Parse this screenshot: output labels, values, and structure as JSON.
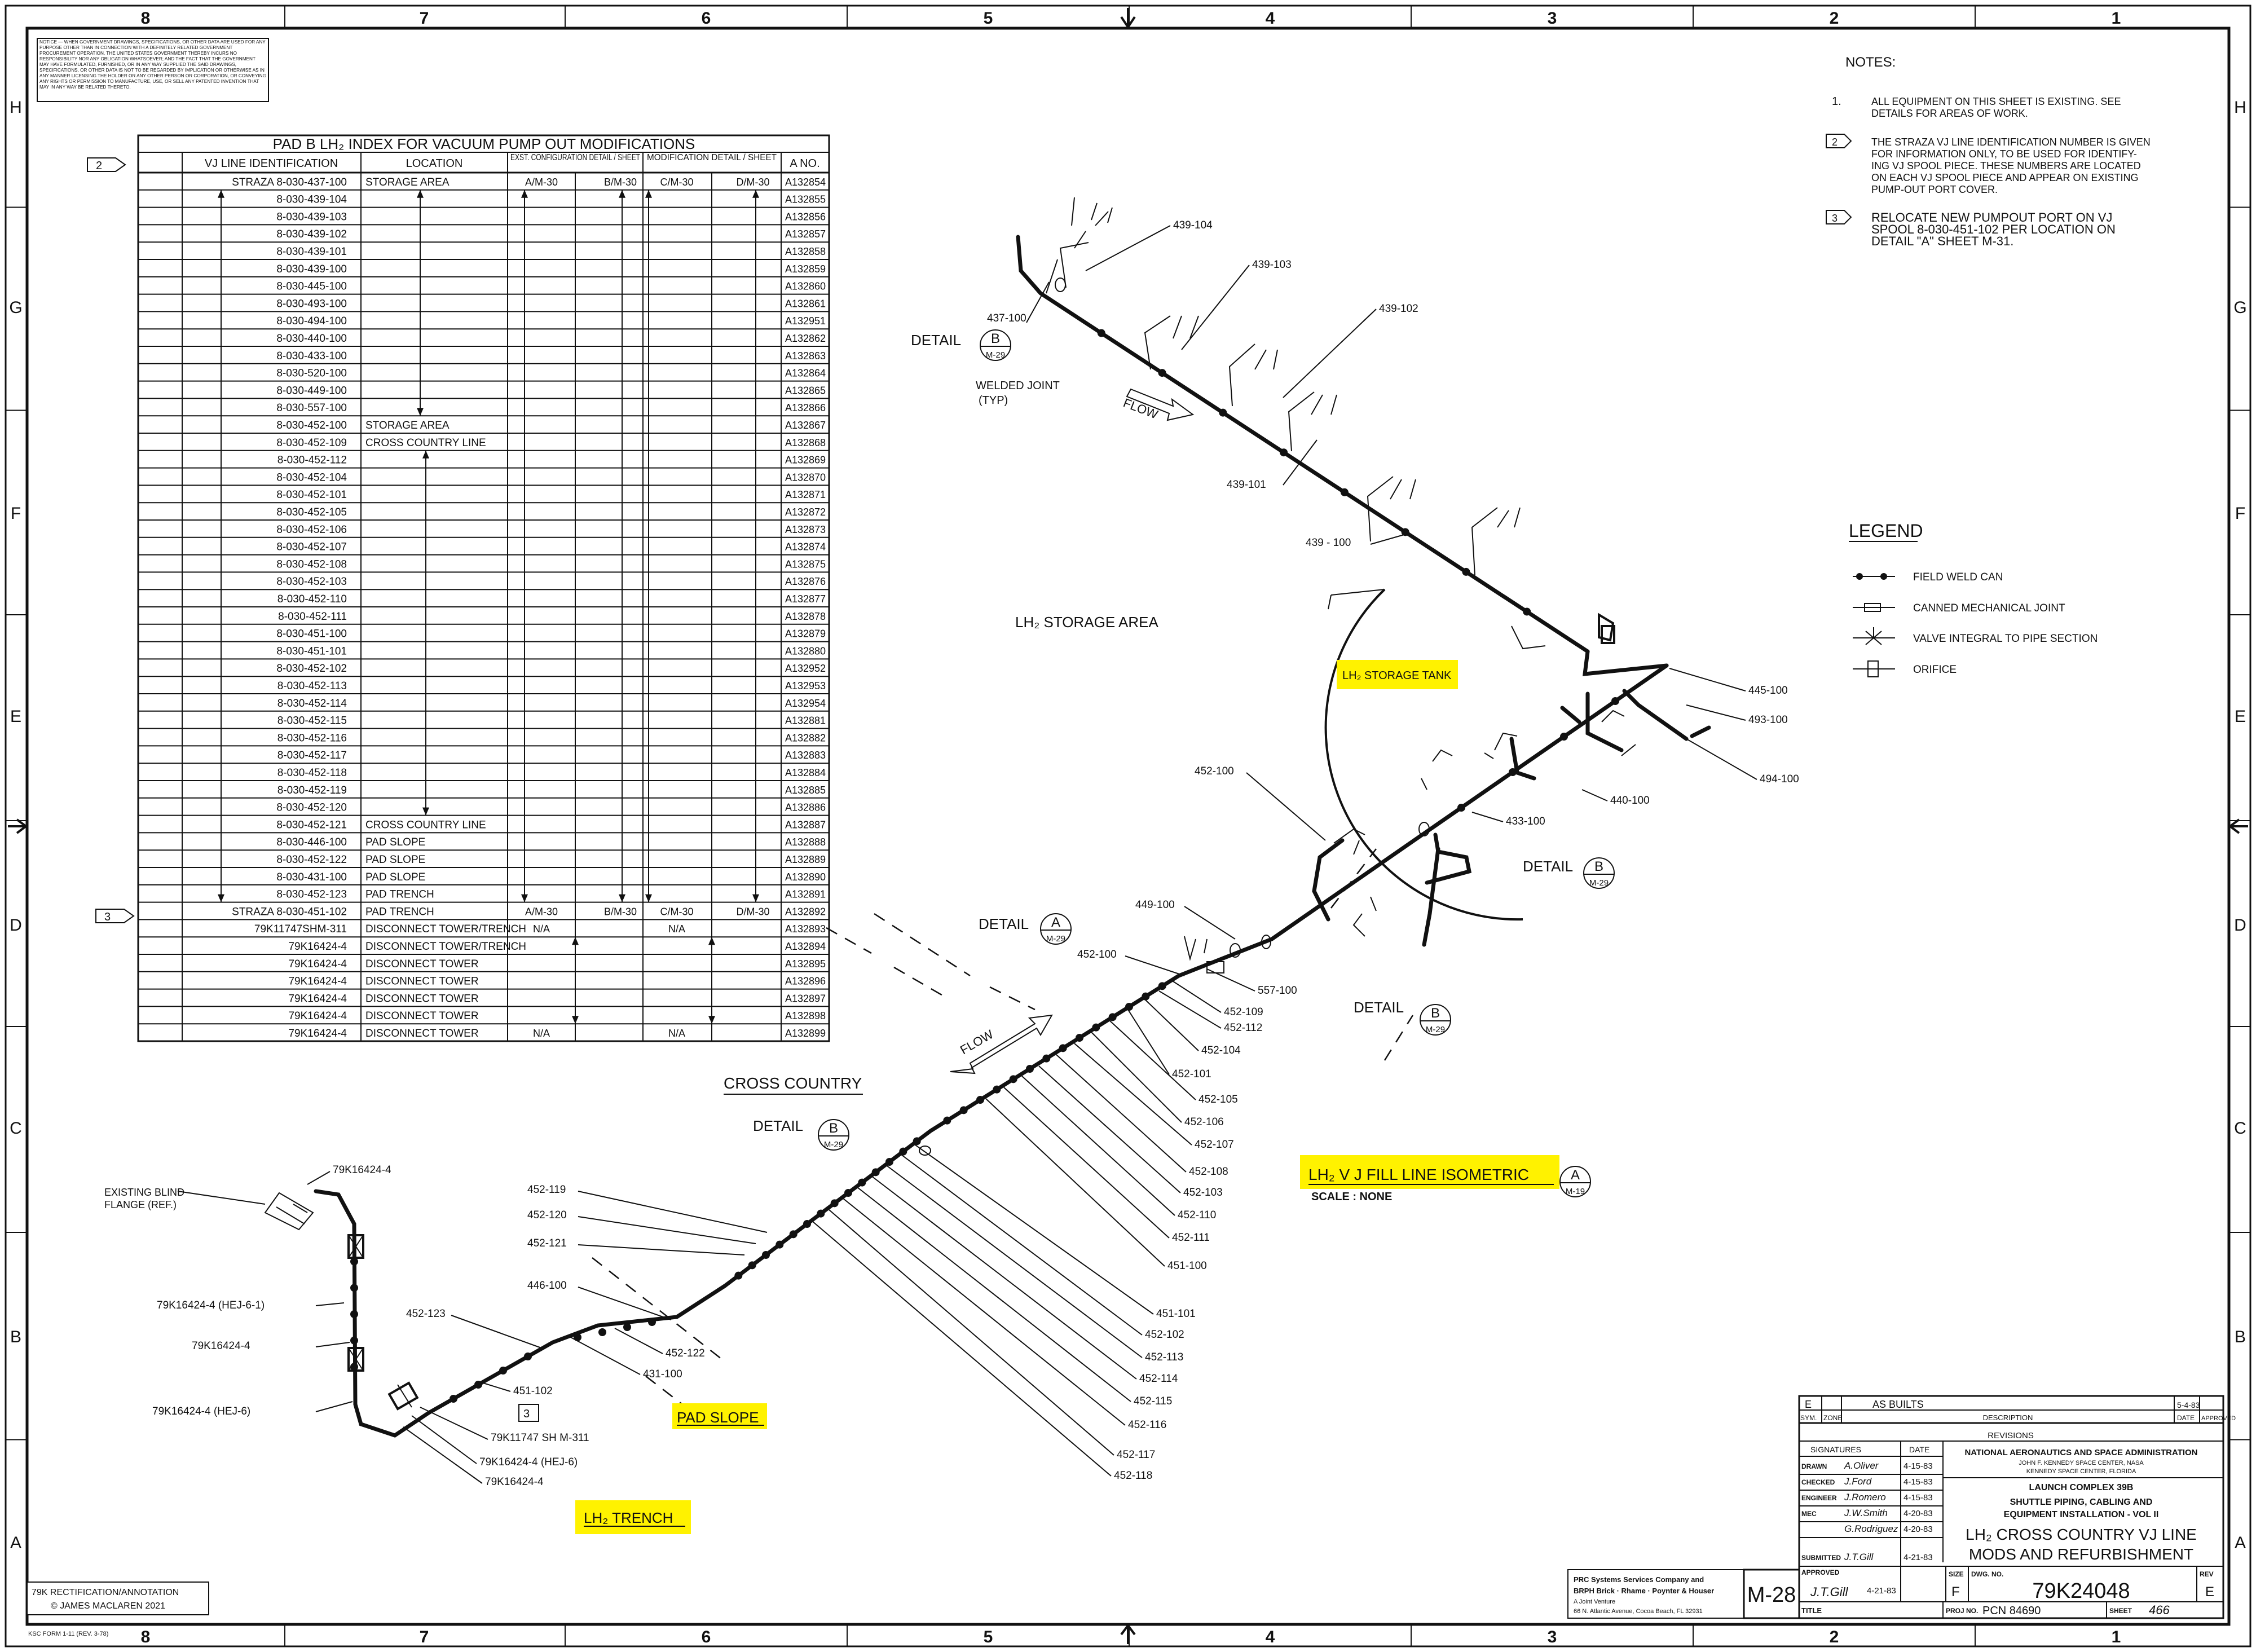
{
  "border": {
    "columns": [
      "8",
      "7",
      "6",
      "5",
      "4",
      "3",
      "2",
      "1"
    ],
    "rows": [
      "H",
      "G",
      "F",
      "E",
      "D",
      "C",
      "B",
      "A"
    ]
  },
  "notice_text": "NOTICE — WHEN GOVERNMENT DRAWINGS, SPECIFICATIONS, OR OTHER DATA ARE USED FOR ANY PURPOSE OTHER THAN IN CONNECTION WITH A DEFINITELY RELATED GOVERNMENT PROCUREMENT OPERATION, THE UNITED STATES GOVERNMENT THEREBY INCURS NO RESPONSIBILITY NOR ANY OBLIGATION WHATSOEVER; AND THE FACT THAT THE GOVERNMENT MAY HAVE FORMULATED, FURNISHED, OR IN ANY WAY SUPPLIED THE SAID DRAWINGS, SPECIFICATIONS, OR OTHER DATA IS NOT TO BE REGARDED BY IMPLICATION OR OTHERWISE AS IN ANY MANNER LICENSING THE HOLDER OR ANY OTHER PERSON OR CORPORATION, OR CONVEYING ANY RIGHTS OR PERMISSION TO MANUFACTURE, USE, OR SELL ANY PATENTED INVENTION THAT MAY IN ANY WAY BE RELATED THERETO.",
  "index_table": {
    "title": "PAD B LH₂ INDEX FOR VACUUM PUMP OUT MODIFICATIONS",
    "headers": {
      "vj": "VJ LINE IDENTIFICATION",
      "loc": "LOCATION",
      "exst": "EXST. CONFIGURATION DETAIL / SHEET",
      "mod": "MODIFICATION DETAIL / SHEET",
      "ano": "A NO."
    },
    "rows": [
      {
        "vj": "STRAZA 8-030-437-100",
        "loc": "STORAGE AREA",
        "a": "A/M-30",
        "b": "B/M-30",
        "c": "C/M-30",
        "d": "D/M-30",
        "ano": "A132854"
      },
      {
        "vj": "8-030-439-104",
        "loc": "",
        "a": "",
        "b": "",
        "c": "",
        "d": "",
        "ano": "A132855"
      },
      {
        "vj": "8-030-439-103",
        "loc": "",
        "a": "",
        "b": "",
        "c": "",
        "d": "",
        "ano": "A132856"
      },
      {
        "vj": "8-030-439-102",
        "loc": "",
        "a": "",
        "b": "",
        "c": "",
        "d": "",
        "ano": "A132857"
      },
      {
        "vj": "8-030-439-101",
        "loc": "",
        "a": "",
        "b": "",
        "c": "",
        "d": "",
        "ano": "A132858"
      },
      {
        "vj": "8-030-439-100",
        "loc": "",
        "a": "",
        "b": "",
        "c": "",
        "d": "",
        "ano": "A132859"
      },
      {
        "vj": "8-030-445-100",
        "loc": "",
        "a": "",
        "b": "",
        "c": "",
        "d": "",
        "ano": "A132860"
      },
      {
        "vj": "8-030-493-100",
        "loc": "",
        "a": "",
        "b": "",
        "c": "",
        "d": "",
        "ano": "A132861"
      },
      {
        "vj": "8-030-494-100",
        "loc": "",
        "a": "",
        "b": "",
        "c": "",
        "d": "",
        "ano": "A132951"
      },
      {
        "vj": "8-030-440-100",
        "loc": "",
        "a": "",
        "b": "",
        "c": "",
        "d": "",
        "ano": "A132862"
      },
      {
        "vj": "8-030-433-100",
        "loc": "",
        "a": "",
        "b": "",
        "c": "",
        "d": "",
        "ano": "A132863"
      },
      {
        "vj": "8-030-520-100",
        "loc": "",
        "a": "",
        "b": "",
        "c": "",
        "d": "",
        "ano": "A132864"
      },
      {
        "vj": "8-030-449-100",
        "loc": "",
        "a": "",
        "b": "",
        "c": "",
        "d": "",
        "ano": "A132865"
      },
      {
        "vj": "8-030-557-100",
        "loc": "",
        "a": "",
        "b": "",
        "c": "",
        "d": "",
        "ano": "A132866"
      },
      {
        "vj": "8-030-452-100",
        "loc": "STORAGE AREA",
        "a": "",
        "b": "",
        "c": "",
        "d": "",
        "ano": "A132867"
      },
      {
        "vj": "8-030-452-109",
        "loc": "CROSS COUNTRY LINE",
        "a": "",
        "b": "",
        "c": "",
        "d": "",
        "ano": "A132868"
      },
      {
        "vj": "8-030-452-112",
        "loc": "",
        "a": "",
        "b": "",
        "c": "",
        "d": "",
        "ano": "A132869"
      },
      {
        "vj": "8-030-452-104",
        "loc": "",
        "a": "",
        "b": "",
        "c": "",
        "d": "",
        "ano": "A132870"
      },
      {
        "vj": "8-030-452-101",
        "loc": "",
        "a": "",
        "b": "",
        "c": "",
        "d": "",
        "ano": "A132871"
      },
      {
        "vj": "8-030-452-105",
        "loc": "",
        "a": "",
        "b": "",
        "c": "",
        "d": "",
        "ano": "A132872"
      },
      {
        "vj": "8-030-452-106",
        "loc": "",
        "a": "",
        "b": "",
        "c": "",
        "d": "",
        "ano": "A132873"
      },
      {
        "vj": "8-030-452-107",
        "loc": "",
        "a": "",
        "b": "",
        "c": "",
        "d": "",
        "ano": "A132874"
      },
      {
        "vj": "8-030-452-108",
        "loc": "",
        "a": "",
        "b": "",
        "c": "",
        "d": "",
        "ano": "A132875"
      },
      {
        "vj": "8-030-452-103",
        "loc": "",
        "a": "",
        "b": "",
        "c": "",
        "d": "",
        "ano": "A132876"
      },
      {
        "vj": "8-030-452-110",
        "loc": "",
        "a": "",
        "b": "",
        "c": "",
        "d": "",
        "ano": "A132877"
      },
      {
        "vj": "8-030-452-111",
        "loc": "",
        "a": "",
        "b": "",
        "c": "",
        "d": "",
        "ano": "A132878"
      },
      {
        "vj": "8-030-451-100",
        "loc": "",
        "a": "",
        "b": "",
        "c": "",
        "d": "",
        "ano": "A132879"
      },
      {
        "vj": "8-030-451-101",
        "loc": "",
        "a": "",
        "b": "",
        "c": "",
        "d": "",
        "ano": "A132880"
      },
      {
        "vj": "8-030-452-102",
        "loc": "",
        "a": "",
        "b": "",
        "c": "",
        "d": "",
        "ano": "A132952"
      },
      {
        "vj": "8-030-452-113",
        "loc": "",
        "a": "",
        "b": "",
        "c": "",
        "d": "",
        "ano": "A132953"
      },
      {
        "vj": "8-030-452-114",
        "loc": "",
        "a": "",
        "b": "",
        "c": "",
        "d": "",
        "ano": "A132954"
      },
      {
        "vj": "8-030-452-115",
        "loc": "",
        "a": "",
        "b": "",
        "c": "",
        "d": "",
        "ano": "A132881"
      },
      {
        "vj": "8-030-452-116",
        "loc": "",
        "a": "",
        "b": "",
        "c": "",
        "d": "",
        "ano": "A132882"
      },
      {
        "vj": "8-030-452-117",
        "loc": "",
        "a": "",
        "b": "",
        "c": "",
        "d": "",
        "ano": "A132883"
      },
      {
        "vj": "8-030-452-118",
        "loc": "",
        "a": "",
        "b": "",
        "c": "",
        "d": "",
        "ano": "A132884"
      },
      {
        "vj": "8-030-452-119",
        "loc": "",
        "a": "",
        "b": "",
        "c": "",
        "d": "",
        "ano": "A132885"
      },
      {
        "vj": "8-030-452-120",
        "loc": "",
        "a": "",
        "b": "",
        "c": "",
        "d": "",
        "ano": "A132886"
      },
      {
        "vj": "8-030-452-121",
        "loc": "CROSS COUNTRY LINE",
        "a": "",
        "b": "",
        "c": "",
        "d": "",
        "ano": "A132887"
      },
      {
        "vj": "8-030-446-100",
        "loc": "PAD SLOPE",
        "a": "",
        "b": "",
        "c": "",
        "d": "",
        "ano": "A132888"
      },
      {
        "vj": "8-030-452-122",
        "loc": "PAD SLOPE",
        "a": "",
        "b": "",
        "c": "",
        "d": "",
        "ano": "A132889"
      },
      {
        "vj": "8-030-431-100",
        "loc": "PAD SLOPE",
        "a": "",
        "b": "",
        "c": "",
        "d": "",
        "ano": "A132890"
      },
      {
        "vj": "8-030-452-123",
        "loc": "PAD TRENCH",
        "a": "",
        "b": "",
        "c": "",
        "d": "",
        "ano": "A132891"
      },
      {
        "vj": "STRAZA 8-030-451-102",
        "loc": "PAD TRENCH",
        "a": "A/M-30",
        "b": "B/M-30",
        "c": "C/M-30",
        "d": "D/M-30",
        "ano": "A132892"
      },
      {
        "vj": "79K11747SHM-311",
        "loc": "DISCONNECT TOWER/TRENCH",
        "a": "N/A",
        "b": "",
        "c": "N/A",
        "d": "",
        "ano": "A132893"
      },
      {
        "vj": "79K16424-4",
        "loc": "DISCONNECT TOWER/TRENCH",
        "a": "",
        "b": "",
        "c": "",
        "d": "",
        "ano": "A132894"
      },
      {
        "vj": "79K16424-4",
        "loc": "DISCONNECT TOWER",
        "a": "",
        "b": "",
        "c": "",
        "d": "",
        "ano": "A132895"
      },
      {
        "vj": "79K16424-4",
        "loc": "DISCONNECT TOWER",
        "a": "",
        "b": "",
        "c": "",
        "d": "",
        "ano": "A132896"
      },
      {
        "vj": "79K16424-4",
        "loc": "DISCONNECT TOWER",
        "a": "",
        "b": "",
        "c": "",
        "d": "",
        "ano": "A132897"
      },
      {
        "vj": "79K16424-4",
        "loc": "DISCONNECT TOWER",
        "a": "",
        "b": "",
        "c": "",
        "d": "",
        "ano": "A132898"
      },
      {
        "vj": "79K16424-4",
        "loc": "DISCONNECT TOWER",
        "a": "N/A",
        "b": "",
        "c": "N/A",
        "d": "",
        "ano": "A132899"
      }
    ]
  },
  "notes": {
    "title": "NOTES:",
    "items": [
      {
        "num": "1.",
        "lines": [
          "ALL EQUIPMENT ON THIS SHEET IS EXISTING. SEE",
          "DETAILS FOR AREAS OF WORK."
        ]
      },
      {
        "num": "2",
        "lines": [
          "THE STRAZA VJ LINE IDENTIFICATION NUMBER IS GIVEN",
          "FOR INFORMATION ONLY, TO BE USED FOR IDENTIFY-",
          "ING VJ SPOOL PIECE. THESE NUMBERS ARE LOCATED",
          "ON EACH VJ SPOOL PIECE AND APPEAR ON EXISTING",
          "PUMP-OUT PORT COVER."
        ]
      },
      {
        "num": "3",
        "lines": [
          "RELOCATE NEW PUMPOUT PORT ON VJ",
          "SPOOL 8-030-451-102 PER LOCATION ON",
          "DETAIL \"A\" SHEET M-31."
        ]
      }
    ]
  },
  "legend": {
    "title": "LEGEND",
    "items": [
      "FIELD WELD CAN",
      "CANNED MECHANICAL JOINT",
      "VALVE INTEGRAL TO PIPE SECTION",
      "ORIFICE"
    ]
  },
  "diagram": {
    "area_labels": {
      "storage_area": "LH₂ STORAGE AREA",
      "storage_tank": "LH₂ STORAGE TANK",
      "cross_country": "CROSS COUNTRY",
      "pad_slope": "PAD SLOPE",
      "trench": "LH₂ TRENCH",
      "isometric_title": "LH₂ V J FILL LINE ISOMETRIC",
      "scale": "SCALE : NONE",
      "flow": "FLOW",
      "welded_joint": "WELDED JOINT",
      "welded_joint_typ": "(TYP)",
      "detail_word": "DETAIL",
      "existing_blind": "EXISTING BLIND",
      "existing_blind2": "FLANGE (REF.)"
    },
    "callouts": {
      "c437_100": "437-100",
      "c439_104": "439-104",
      "c439_103": "439-103",
      "c439_102": "439-102",
      "c439_101": "439-101",
      "c439_100": "439 - 100",
      "c445_100": "445-100",
      "c493_100": "493-100",
      "c494_100": "494-100",
      "c440_100": "440-100",
      "c433_100": "433-100",
      "c452_100": "452-100",
      "c449_100": "449-100",
      "c557_100": "557-100",
      "c452_100b": "452-100",
      "c452_109": "452-109",
      "c452_112": "452-112",
      "c452_104": "452-104",
      "c452_101": "452-101",
      "c452_105": "452-105",
      "c452_106": "452-106",
      "c452_107": "452-107",
      "c452_108": "452-108",
      "c452_103": "452-103",
      "c452_110": "452-110",
      "c452_111": "452-111",
      "c451_100": "451-100",
      "c451_101": "451-101",
      "c452_102": "452-102",
      "c452_113": "452-113",
      "c452_114": "452-114",
      "c452_115": "452-115",
      "c452_116": "452-116",
      "c452_117": "452-117",
      "c452_118": "452-118",
      "c452_119": "452-119",
      "c452_120": "452-120",
      "c452_121": "452-121",
      "c446_100": "446-100",
      "c452_123": "452-123",
      "c452_122": "452-122",
      "c431_100": "431-100",
      "c451_102": "451-102",
      "c79k_top": "79K16424-4",
      "c79k_hej1": "79K16424-4 (HEJ-6-1)",
      "c79k_mid": "79K16424-4",
      "c79k_hej": "79K16424-4 (HEJ-6)",
      "c79k11747": "79K11747 SH M-311",
      "c79k_hej6b": "79K16424-4 (HEJ-6)",
      "c79k_bot": "79K16424-4"
    },
    "detail_refs": {
      "b1": {
        "letter": "B",
        "sheet": "M-29"
      },
      "b2": {
        "letter": "B",
        "sheet": "M-29"
      },
      "a1": {
        "letter": "A",
        "sheet": "M-29"
      },
      "b3": {
        "letter": "B",
        "sheet": "M-29"
      },
      "b4": {
        "letter": "B",
        "sheet": "M-29"
      },
      "iso": {
        "letter": "A",
        "sheet": "M-19"
      }
    }
  },
  "title_block": {
    "rev_letter": "E",
    "rev_desc": "AS BUILTS",
    "rev_date": "5-4-83",
    "h_sym": "SYM.",
    "h_zone": "ZONE",
    "h_desc": "DESCRIPTION",
    "h_date": "DATE",
    "h_app": "APPROVED",
    "revisions": "REVISIONS",
    "sig_h": "SIGNATURES",
    "date_h": "DATE",
    "sigs": [
      {
        "role": "DRAWN",
        "name": "A.Oliver",
        "date": "4-15-83"
      },
      {
        "role": "CHECKED",
        "name": "J.Ford",
        "date": "4-15-83"
      },
      {
        "role": "ENGINEER",
        "name": "J.Romero",
        "date": "4-15-83"
      },
      {
        "role": "MEC",
        "name": "J.W.Smith",
        "date": "4-20-83"
      },
      {
        "role": "",
        "name": "G.Rodriguez",
        "date": "4-20-83"
      },
      {
        "role": "SUBMITTED",
        "name": "J.T.Gill",
        "date": "4-21-83"
      }
    ],
    "agency": "NATIONAL AERONAUTICS AND SPACE ADMINISTRATION",
    "center1": "JOHN F. KENNEDY SPACE CENTER, NASA",
    "center2": "KENNEDY SPACE CENTER, FLORIDA",
    "complex": "LAUNCH COMPLEX 39B",
    "project1": "SHUTTLE PIPING, CABLING AND",
    "project2": "EQUIPMENT INSTALLATION - VOL II",
    "title1": "LH₂ CROSS COUNTRY VJ LINE",
    "title2": "MODS AND REFURBISHMENT",
    "approved": "APPROVED",
    "approved_date": "4-21-83",
    "size_h": "SIZE",
    "size": "F",
    "dwg_h": "DWG. NO.",
    "dwg": "79K24048",
    "rev_h": "REV",
    "rev": "E",
    "title_h": "TITLE",
    "proj_h": "PROJ NO.",
    "proj": "PCN 84690",
    "sheet_h": "SHEET",
    "sheet": "466",
    "sheet_ref": "M-28",
    "contractor1": "PRC Systems Services Company and",
    "contractor2": "BRPH Brick · Rhame · Poynter & Houser",
    "contractor3": "A Joint Venture",
    "contractor4": "66 N. Atlantic Avenue, Cocoa Beach, FL 32931"
  },
  "footer": {
    "rect1": "79K RECTIFICATION/ANNOTATION",
    "rect2": "© JAMES MACLAREN 2021",
    "form": "KSC FORM 1-11 (REV. 3-78)"
  }
}
